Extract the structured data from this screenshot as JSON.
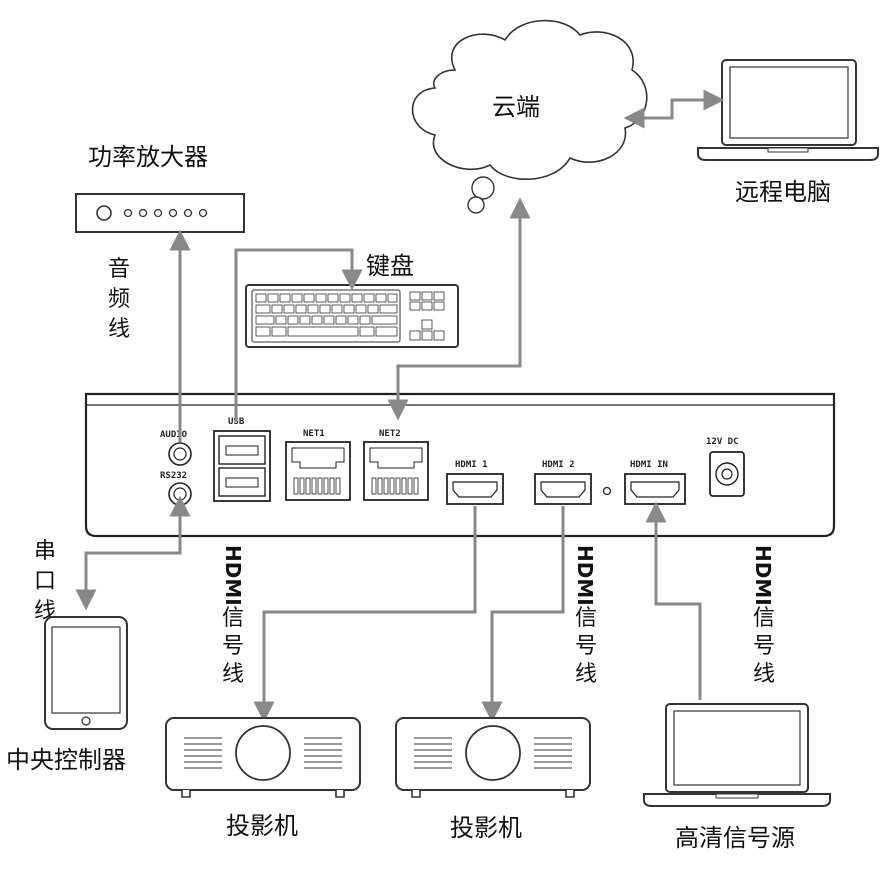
{
  "labels": {
    "cloud": "云端",
    "remote_pc": "远程电脑",
    "amplifier": "功率放大器",
    "audio_line": "音频线",
    "keyboard": "键盘",
    "serial_line": "串口线",
    "central_controller": "中央控制器",
    "hdmi_line_1": "HDMI信号线",
    "hdmi_line_2": "HDMI信号线",
    "hdmi_line_3": "HDMI信号线",
    "projector_1": "投影机",
    "projector_2": "投影机",
    "hd_source": "高清信号源"
  },
  "ports": {
    "audio": "AUDIO",
    "rs232": "RS232",
    "usb": "USB",
    "net1": "NET1",
    "net2": "NET2",
    "hdmi1": "HDMI 1",
    "hdmi2": "HDMI 2",
    "hdmi_in": "HDMI IN",
    "dc": "12V DC"
  },
  "colors": {
    "line": "#888888",
    "stroke": "#222222"
  }
}
